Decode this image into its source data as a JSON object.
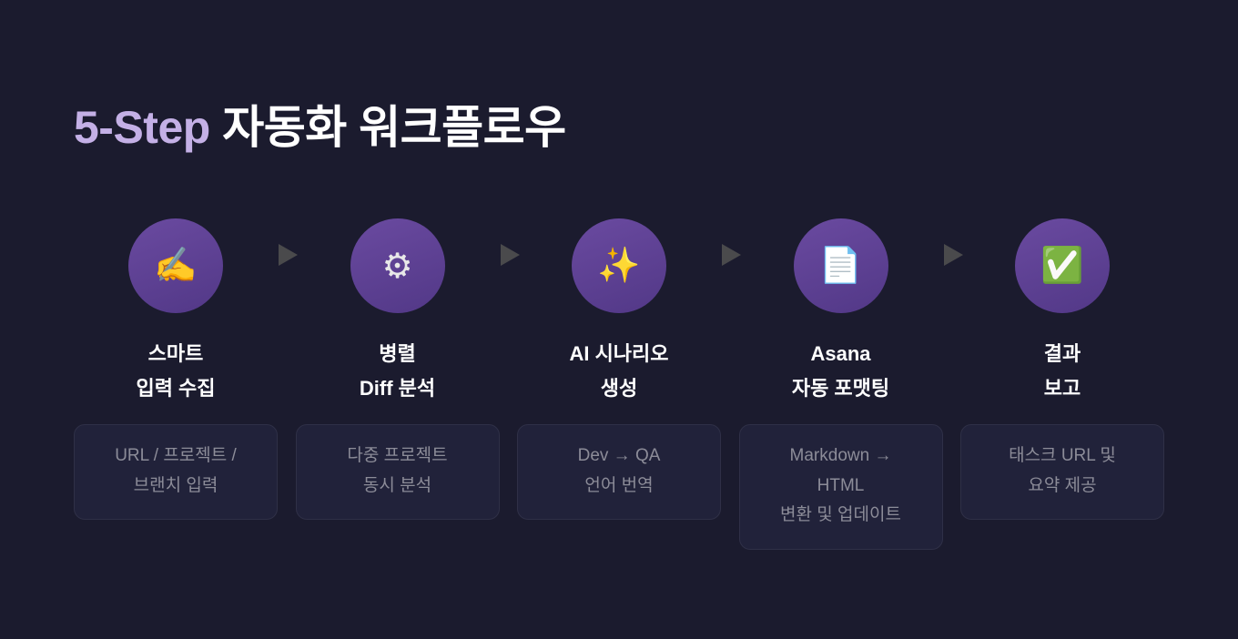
{
  "title": {
    "accent": "5-Step",
    "rest": " 자동화 워크플로우"
  },
  "steps": [
    {
      "icon": "✍️",
      "icon_name": "writing-hand-icon",
      "heading": [
        "스마트",
        "입력 수집"
      ],
      "desc": [
        "URL / 프로젝트 /",
        "브랜치 입력"
      ]
    },
    {
      "icon": "⚙",
      "icon_name": "gear-icon",
      "heading": [
        "병렬",
        "Diff 분석"
      ],
      "desc": [
        "다중 프로젝트",
        "동시 분석"
      ]
    },
    {
      "icon": "✨",
      "icon_name": "sparkles-icon",
      "heading": [
        "AI 시나리오",
        "생성"
      ],
      "desc": [
        "Dev → QA",
        "언어 번역"
      ]
    },
    {
      "icon": "📄",
      "icon_name": "document-icon",
      "heading": [
        "Asana",
        "자동 포맷팅"
      ],
      "desc": [
        "Markdown →",
        "HTML",
        "변환 및 업데이트"
      ]
    },
    {
      "icon": "✅",
      "icon_name": "check-mark-icon",
      "heading": [
        "결과",
        "보고"
      ],
      "desc": [
        "태스크 URL 및",
        "요약 제공"
      ]
    }
  ]
}
